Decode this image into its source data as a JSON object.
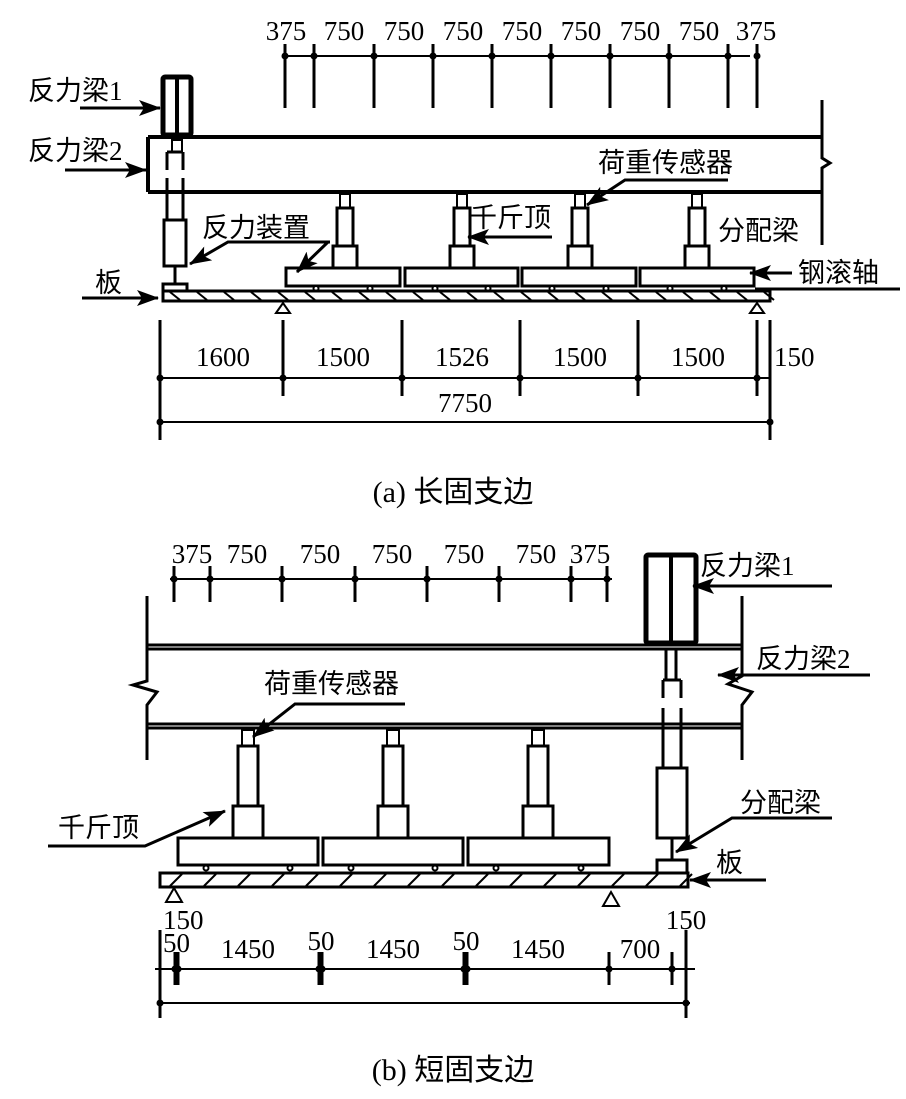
{
  "figure_a": {
    "caption": "(a)  长固支边",
    "top_dims": [
      "375",
      "750",
      "750",
      "750",
      "750",
      "750",
      "750",
      "750",
      "375"
    ],
    "bottom_dims": [
      "1600",
      "1500",
      "1526",
      "1500",
      "1500",
      "150"
    ],
    "total_dim": "7750",
    "labels": {
      "reaction_beam_1": "反力梁1",
      "reaction_beam_2": "反力梁2",
      "load_sensor": "荷重传感器",
      "jack": "千斤顶",
      "reaction_device": "反力装置",
      "distribution_beam": "分配梁",
      "slab": "板",
      "steel_roller": "钢滚轴"
    }
  },
  "figure_b": {
    "caption": "(b)  短固支边",
    "top_dims": [
      "375",
      "750",
      "750",
      "750",
      "750",
      "750",
      "375"
    ],
    "bottom_dims": [
      "150",
      "50",
      "1450",
      "50",
      "1450",
      "50",
      "1450",
      "700",
      "150"
    ],
    "labels": {
      "reaction_beam_1": "反力梁1",
      "reaction_beam_2": "反力梁2",
      "load_sensor": "荷重传感器",
      "jack": "千斤顶",
      "distribution_beam": "分配梁",
      "slab": "板"
    }
  }
}
